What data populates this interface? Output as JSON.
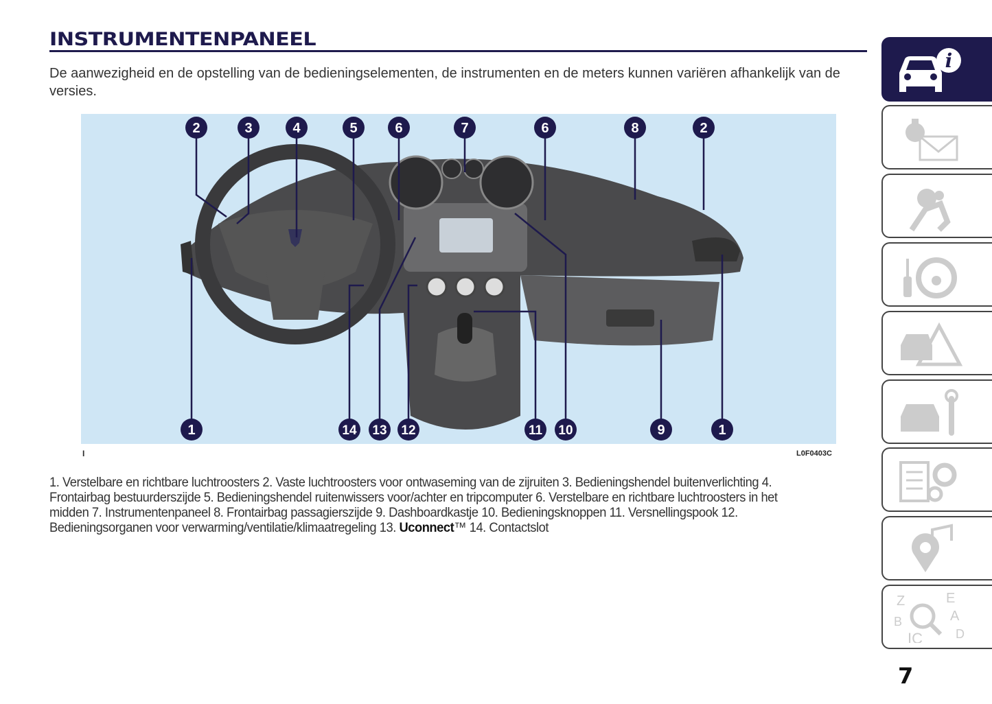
{
  "header": {
    "title": "INSTRUMENTENPANEEL"
  },
  "intro": "De aanwezigheid en de opstelling van de bedieningselementen, de instrumenten en de meters kunnen variëren afhankelijk van de versies.",
  "figure": {
    "left_mark": "I",
    "code": "L0F0403C",
    "callouts_top": [
      "2",
      "3",
      "4",
      "5",
      "6",
      "7",
      "6",
      "8",
      "2"
    ],
    "callouts_bottom": [
      "1",
      "14",
      "13",
      "12",
      "11",
      "10",
      "9",
      "1"
    ]
  },
  "legend": {
    "part1": "1. Verstelbare en richtbare luchtroosters 2. Vaste luchtroosters voor ontwaseming van de zijruiten 3. Bedieningshendel buitenverlichting 4. Frontairbag bestuurderszijde 5. Bedieningshendel ruitenwissers voor/achter en tripcomputer 6. Verstelbare en richtbare luchtroosters in het midden 7. Instrumentenpaneel 8. Frontairbag passagierszijde 9. Dashboardkastje 10. Bedieningsknoppen 11. Versnellingspook 12. Bedieningsorganen voor verwarming/ventilatie/klimaatregeling 13.",
    "bold": "Uconnect",
    "part2": "™ 14. Contactslot"
  },
  "sidebar": {
    "tabs": [
      "car-info-icon",
      "warning-lights-messages-icon",
      "safety-airbag-icon",
      "starting-driving-icon",
      "emergency-icon",
      "maintenance-icon",
      "technical-data-icon",
      "multimedia-icon",
      "index-icon"
    ]
  },
  "page_number": "7",
  "colors": {
    "accent": "#1e1a4d",
    "figure_bg": "#cfe6f5"
  }
}
